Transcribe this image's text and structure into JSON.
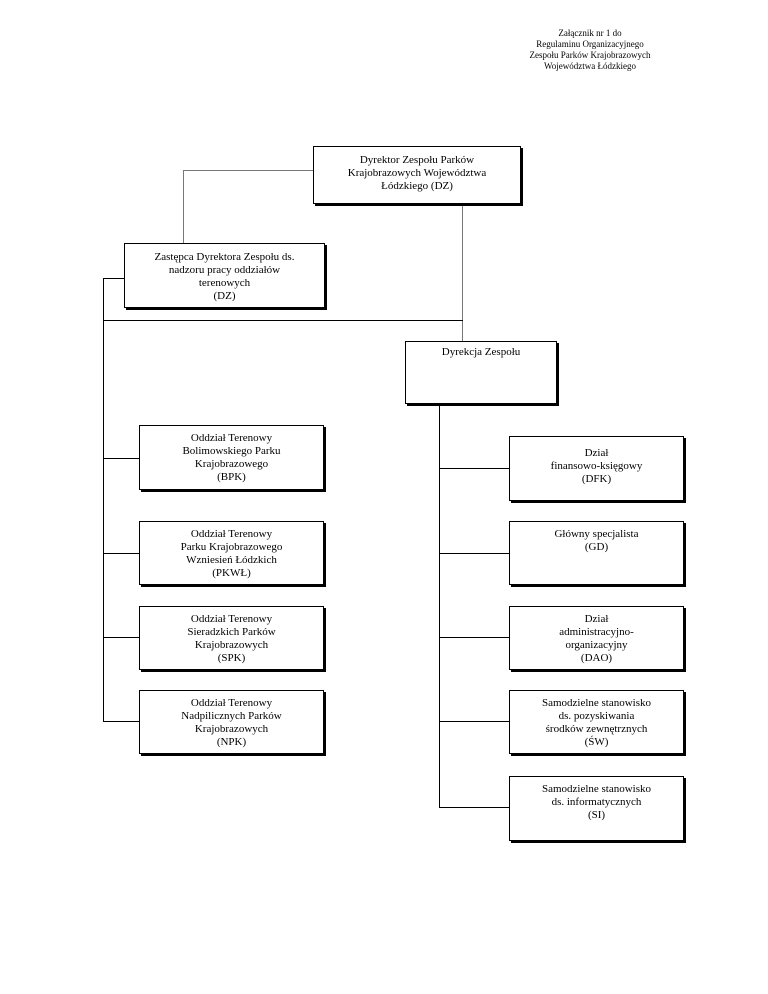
{
  "header": {
    "line1": "Załącznik nr 1 do",
    "line2": "Regulaminu Organizacyjnego",
    "line3": "Zespołu Parków Krajobrazowych",
    "line4": "Województwa Łódzkiego"
  },
  "director": {
    "line1": "Dyrektor Zespołu Parków",
    "line2": "Krajobrazowych Województwa",
    "line3": "Łódzkiego (DZ)"
  },
  "deputy": {
    "line1": "Zastępca Dyrektora Zespołu ds.",
    "line2": "nadzoru pracy oddziałów",
    "line3": "terenowych",
    "line4": "(DZ)"
  },
  "directorate": {
    "line1": "Dyrekcja Zespołu"
  },
  "branches": [
    {
      "line1": "Oddział Terenowy",
      "line2": "Bolimowskiego Parku",
      "line3": "Krajobrazowego",
      "line4": "(BPK)"
    },
    {
      "line1": "Oddział Terenowy",
      "line2": "Parku Krajobrazowego",
      "line3": "Wzniesień Łódzkich",
      "line4": "(PKWŁ)"
    },
    {
      "line1": "Oddział Terenowy",
      "line2": "Sieradzkich Parków",
      "line3": "Krajobrazowych",
      "line4": "(SPK)"
    },
    {
      "line1": "Oddział Terenowy",
      "line2": "Nadpilicznych Parków",
      "line3": "Krajobrazowych",
      "line4": "(NPK)"
    }
  ],
  "departments": [
    {
      "line1": "Dział",
      "line2": "finansowo-księgowy",
      "line3": "(DFK)",
      "line4": ""
    },
    {
      "line1": "Główny specjalista",
      "line2": "(GD)",
      "line3": "",
      "line4": ""
    },
    {
      "line1": "Dział",
      "line2": "administracyjno-",
      "line3": "organizacyjny",
      "line4": "(DAO)"
    },
    {
      "line1": "Samodzielne stanowisko",
      "line2": "ds. pozyskiwania",
      "line3": "środków zewnętrznych",
      "line4": "(ŚW)"
    },
    {
      "line1": "Samodzielne stanowisko",
      "line2": "ds. informatycznych",
      "line3": "(SI)",
      "line4": ""
    }
  ]
}
